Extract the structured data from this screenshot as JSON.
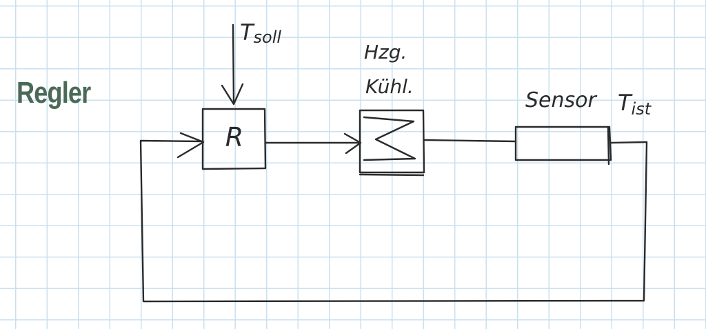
{
  "title": "Regler",
  "labels": {
    "t_soll_T": "T",
    "t_soll_sub": "soll",
    "controller": "R",
    "actuator_line1": "Hzg.",
    "actuator_line2": "Kühl.",
    "sensor": "Sensor",
    "t_ist_T": "T",
    "t_ist_sub": "ist"
  },
  "colors": {
    "title": "#4a6a57",
    "ink": "#2a2a2a",
    "grid": "#c9e1ef"
  }
}
